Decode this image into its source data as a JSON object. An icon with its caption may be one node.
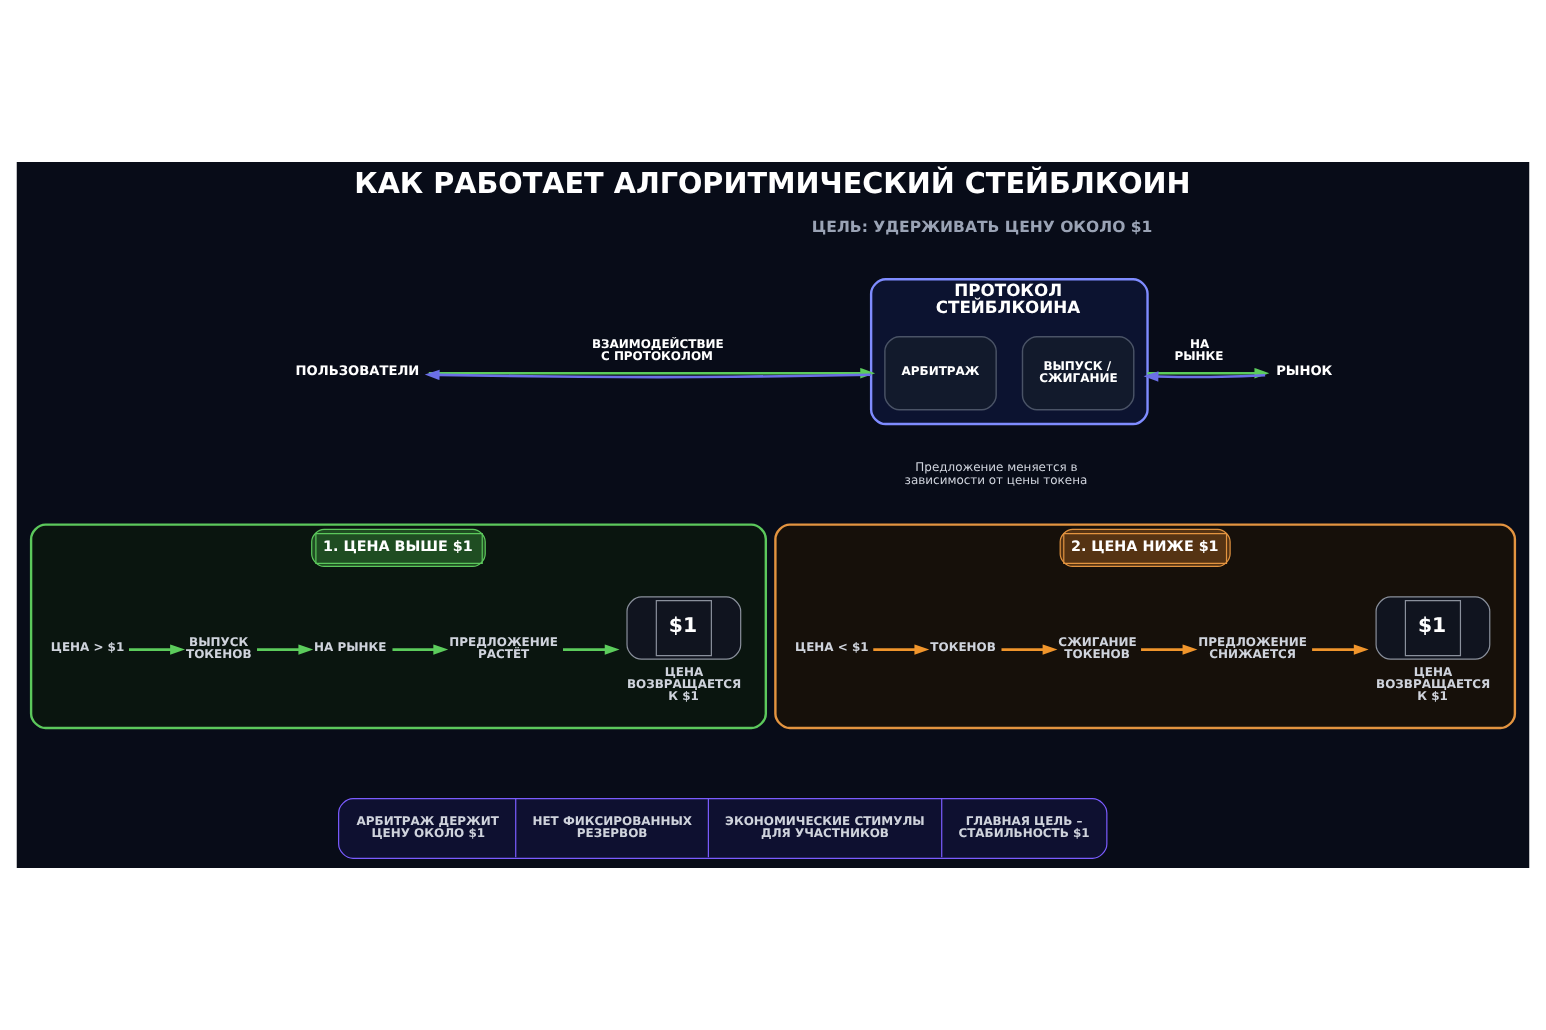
{
  "diagram": {
    "title": "КАК РАБОТАЕТ АЛГОРИТМИЧЕСКИЙ СТЕЙБЛКОИН",
    "nodes": [
      {
        "text": [
          "ПОЛЬЗОВАТЕЛИ"
        ]
      },
      {
        "text": [
          "ПРОТОКОЛ СТЕЙБЛКОИНА"
        ],
        "beside": [
          "Предложение меняется в зависимости от цены токена"
        ]
      },
      {
        "text": [
          "АРБИТРАЖ"
        ],
        "in": 1
      },
      {
        "text": [
          "ВЫПУСК / СЖИГАНИЕ"
        ],
        "in": 1
      },
      {
        "text": [
          "РЫНОК"
        ]
      },
      {
        "text": [
          "1. ЦЕНА ВЫШЕ $1"
        ]
      },
      {
        "text": [
          "ЦЕНА > $1"
        ],
        "in": 5
      },
      {
        "text": [
          "ВЫПУСК ТОКЕНОВ"
        ],
        "in": 5
      },
      {
        "text": [
          "НА РЫНКЕ"
        ],
        "in": 5
      },
      {
        "text": [
          "ПРЕДЛОЖЕНИЕ РАСТЁТ"
        ],
        "in": 5
      },
      {
        "text": [
          "$1"
        ],
        "beside": [
          "ЦЕНА ВОЗВРАЩАЕТСЯ К $1"
        ],
        "in": 5
      },
      {
        "text": [
          "2. ЦЕНА НИЖЕ $1"
        ]
      },
      {
        "text": [
          "ЦЕНА < $1"
        ],
        "in": 11
      },
      {
        "text": [
          "ТОКЕНОВ"
        ],
        "in": 11
      },
      {
        "text": [
          "СЖИГАНИЕ ТОКЕНОВ"
        ],
        "in": 11
      },
      {
        "text": [
          "ПРЕДЛОЖЕНИЕ СНИЖАЕТСЯ"
        ],
        "in": 11
      },
      {
        "text": [
          "$1"
        ],
        "beside": [
          "ЦЕНА ВОЗВРАЩАЕТСЯ К $1"
        ],
        "in": 11
      },
      {
        "text": [
          "АРБИТРАЖ ДЕРЖИТ ЦЕНУ ОКОЛО $1",
          "НЕТ ФИКСИРОВАННЫХ РЕЗЕРВОВ",
          "ЭКОНОМИЧЕСКИЕ СТИМУЛЫ ДЛЯ УЧАСТНИКОВ",
          "ГЛАВНАЯ ЦЕЛЬ – СТАБИЛЬНОСТЬ $1"
        ]
      }
    ],
    "edges": [
      {
        "from": 0,
        "to": 1,
        "arrow": "to",
        "label": "ВЗАИМОДЕЙСТВИЕ С ПРОТОКОЛОМ"
      },
      {
        "from": 1,
        "to": 0,
        "arrow": "to",
        "color": "#6b6fe6"
      },
      {
        "from": 1,
        "to": 4,
        "arrow": "to",
        "label": "НА РЫНКЕ"
      },
      {
        "from": 4,
        "to": 1,
        "arrow": "to",
        "color": "#6b6fe6"
      },
      {
        "from": 6,
        "to": 7,
        "arrow": "to"
      },
      {
        "from": 7,
        "to": 8,
        "arrow": "to"
      },
      {
        "from": 8,
        "to": 9,
        "arrow": "to"
      },
      {
        "from": 9,
        "to": 10,
        "arrow": "to"
      },
      {
        "from": 12,
        "to": 13,
        "arrow": "to",
        "color": "#f0952c"
      },
      {
        "from": 13,
        "to": 14,
        "arrow": "to",
        "color": "#f0952c"
      },
      {
        "from": 14,
        "to": 15,
        "arrow": "to",
        "color": "#f0952c"
      },
      {
        "from": 15,
        "to": 16,
        "arrow": "to",
        "color": "#f0952c"
      }
    ],
    "labels": [
      "ЦЕЛЬ: УДЕРЖИВАТЬ ЦЕНУ ОКОЛО $1"
    ]
  }
}
